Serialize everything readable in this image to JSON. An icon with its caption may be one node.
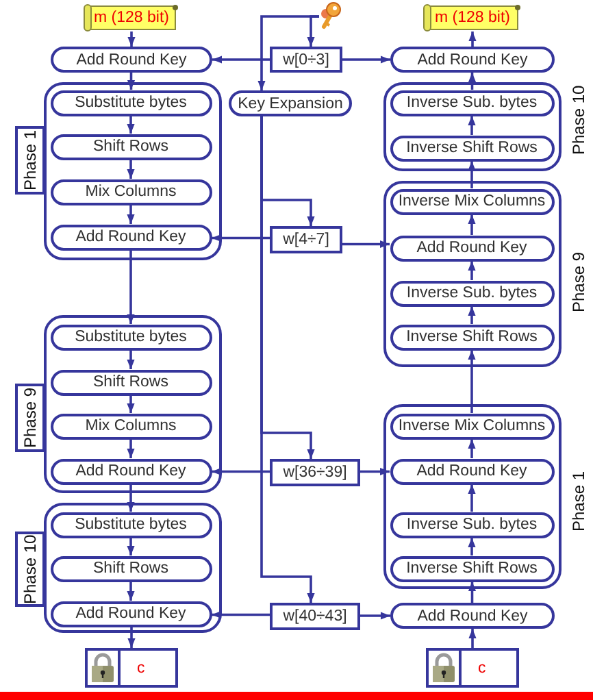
{
  "diagram": {
    "nodes": [
      {
        "text": [
          "m (128 bit)"
        ]
      },
      {
        "text": [
          "Add Round Key"
        ]
      },
      {
        "text": [
          "Phase 1"
        ]
      },
      {
        "text": [
          "Substitute bytes"
        ],
        "in": 2
      },
      {
        "text": [
          "Shift Rows"
        ],
        "in": 2
      },
      {
        "text": [
          "Mix Columns"
        ],
        "in": 2
      },
      {
        "text": [
          "Add Round Key"
        ],
        "in": 2
      },
      {
        "text": [
          "Phase 9"
        ]
      },
      {
        "text": [
          "Substitute bytes"
        ],
        "in": 7
      },
      {
        "text": [
          "Shift Rows"
        ],
        "in": 7
      },
      {
        "text": [
          "Mix Columns"
        ],
        "in": 7
      },
      {
        "text": [
          "Add Round Key"
        ],
        "in": 7
      },
      {
        "text": [
          "Phase 10"
        ]
      },
      {
        "text": [
          "Substitute bytes"
        ],
        "in": 12
      },
      {
        "text": [
          "Shift Rows"
        ],
        "in": 12
      },
      {
        "text": [
          "Add Round Key"
        ],
        "in": 12
      },
      {
        "text": [
          "c"
        ]
      },
      {
        "text": [],
        "shape": "picture"
      },
      {
        "text": [
          "w[0÷3]"
        ]
      },
      {
        "text": [
          "Key Expansion"
        ]
      },
      {
        "text": [
          "w[4÷7]"
        ]
      },
      {
        "text": [
          "w[36÷39]"
        ]
      },
      {
        "text": [
          "w[40÷43]"
        ]
      },
      {
        "text": [
          "m (128 bit)"
        ]
      },
      {
        "text": [
          "Add Round Key"
        ]
      },
      {
        "text": [
          "Phase 10"
        ]
      },
      {
        "text": [
          "Inverse Sub. bytes"
        ],
        "in": 25
      },
      {
        "text": [
          "Inverse Shift Rows"
        ],
        "in": 25
      },
      {
        "text": [
          "Phase 9"
        ]
      },
      {
        "text": [
          "Inverse Mix Columns"
        ],
        "in": 28
      },
      {
        "text": [
          "Add Round Key"
        ],
        "in": 28
      },
      {
        "text": [
          "Inverse Sub. bytes"
        ],
        "in": 28
      },
      {
        "text": [
          "Inverse Shift Rows"
        ],
        "in": 28
      },
      {
        "text": [
          "Phase 1"
        ]
      },
      {
        "text": [
          "Inverse Mix Columns"
        ],
        "in": 33
      },
      {
        "text": [
          "Add Round Key"
        ],
        "in": 33
      },
      {
        "text": [
          "Inverse Sub. bytes"
        ],
        "in": 33
      },
      {
        "text": [
          "Inverse Shift Rows"
        ],
        "in": 33
      },
      {
        "text": [
          "Add Round Key"
        ]
      },
      {
        "text": [
          "c"
        ]
      }
    ],
    "edges": [
      {
        "from": 0,
        "to": 1,
        "arrow": "to"
      },
      {
        "from": 1,
        "to": 3,
        "arrow": "to"
      },
      {
        "from": 3,
        "to": 4,
        "arrow": "to"
      },
      {
        "from": 4,
        "to": 5,
        "arrow": "to"
      },
      {
        "from": 5,
        "to": 6,
        "arrow": "to"
      },
      {
        "from": 6,
        "to": 8,
        "arrow": "to"
      },
      {
        "from": 8,
        "to": 9,
        "arrow": "to"
      },
      {
        "from": 9,
        "to": 10,
        "arrow": "to"
      },
      {
        "from": 10,
        "to": 11,
        "arrow": "to"
      },
      {
        "from": 11,
        "to": 13,
        "arrow": "to"
      },
      {
        "from": 13,
        "to": 14,
        "arrow": "to"
      },
      {
        "from": 14,
        "to": 15,
        "arrow": "to"
      },
      {
        "from": 15,
        "to": 16,
        "arrow": "to"
      },
      {
        "from": 17,
        "to": 18,
        "arrow": "to"
      },
      {
        "from": 17,
        "to": 19,
        "arrow": "to"
      },
      {
        "from": 19,
        "to": 20,
        "arrow": "to"
      },
      {
        "from": 19,
        "to": 21,
        "arrow": "to"
      },
      {
        "from": 19,
        "to": 22,
        "arrow": "to"
      },
      {
        "from": 18,
        "to": 1,
        "arrow": "to"
      },
      {
        "from": 18,
        "to": 24,
        "arrow": "to"
      },
      {
        "from": 20,
        "to": 6,
        "arrow": "to"
      },
      {
        "from": 20,
        "to": 30,
        "arrow": "to"
      },
      {
        "from": 21,
        "to": 11,
        "arrow": "to"
      },
      {
        "from": 21,
        "to": 35,
        "arrow": "to"
      },
      {
        "from": 22,
        "to": 15,
        "arrow": "to"
      },
      {
        "from": 22,
        "to": 38,
        "arrow": "to"
      },
      {
        "from": 39,
        "to": 38,
        "arrow": "to"
      },
      {
        "from": 38,
        "to": 37,
        "arrow": "to"
      },
      {
        "from": 37,
        "to": 36,
        "arrow": "to"
      },
      {
        "from": 36,
        "to": 35,
        "arrow": "to"
      },
      {
        "from": 35,
        "to": 34,
        "arrow": "to"
      },
      {
        "from": 34,
        "to": 32,
        "arrow": "to"
      },
      {
        "from": 32,
        "to": 31,
        "arrow": "to"
      },
      {
        "from": 31,
        "to": 30,
        "arrow": "to"
      },
      {
        "from": 30,
        "to": 29,
        "arrow": "to"
      },
      {
        "from": 29,
        "to": 27,
        "arrow": "to"
      },
      {
        "from": 27,
        "to": 26,
        "arrow": "to"
      },
      {
        "from": 26,
        "to": 24,
        "arrow": "to"
      },
      {
        "from": 24,
        "to": 23,
        "arrow": "to"
      }
    ]
  }
}
